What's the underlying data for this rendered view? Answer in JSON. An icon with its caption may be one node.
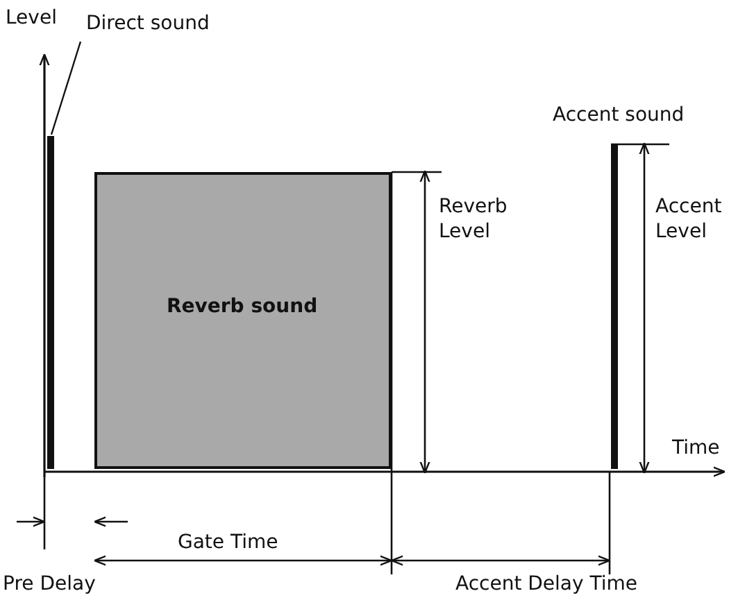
{
  "diagram": {
    "nodes": [
      {
        "text": [
          "Direct sound"
        ]
      },
      {
        "text": [],
        "shape": "bar"
      },
      {
        "text": [
          "Reverb sound"
        ]
      },
      {
        "text": [
          "Accent sound"
        ]
      }
    ],
    "edges": [
      {
        "from": 0,
        "to": 1,
        "arrow": "none"
      }
    ],
    "labels": [
      "Level",
      "Reverb Level",
      "Accent Level",
      "Time",
      "Gate Time",
      "Pre Delay",
      "Accent Delay Time"
    ]
  }
}
